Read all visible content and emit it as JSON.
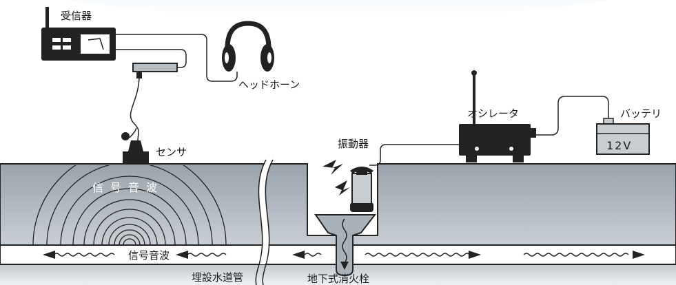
{
  "labels": {
    "receiver": "受信器",
    "headphones": "ヘッドホーン",
    "sensor": "センサ",
    "oscillator": "オシレータ",
    "battery": "バッテリ",
    "battery_voltage": "12V",
    "vibrator": "振動器",
    "signal_sound_arc": "信号音波",
    "signal_sound_pipe": "信号音波",
    "water_pipe": "埋設水道管",
    "hydrant": "地下式消火栓"
  },
  "colors": {
    "ground_top": "#9aa3ab",
    "ground_bottom": "#c7cdd3",
    "pipe": "#ffffff",
    "device": "#1f1f1f",
    "sky_glow": "#e6f1fa"
  }
}
